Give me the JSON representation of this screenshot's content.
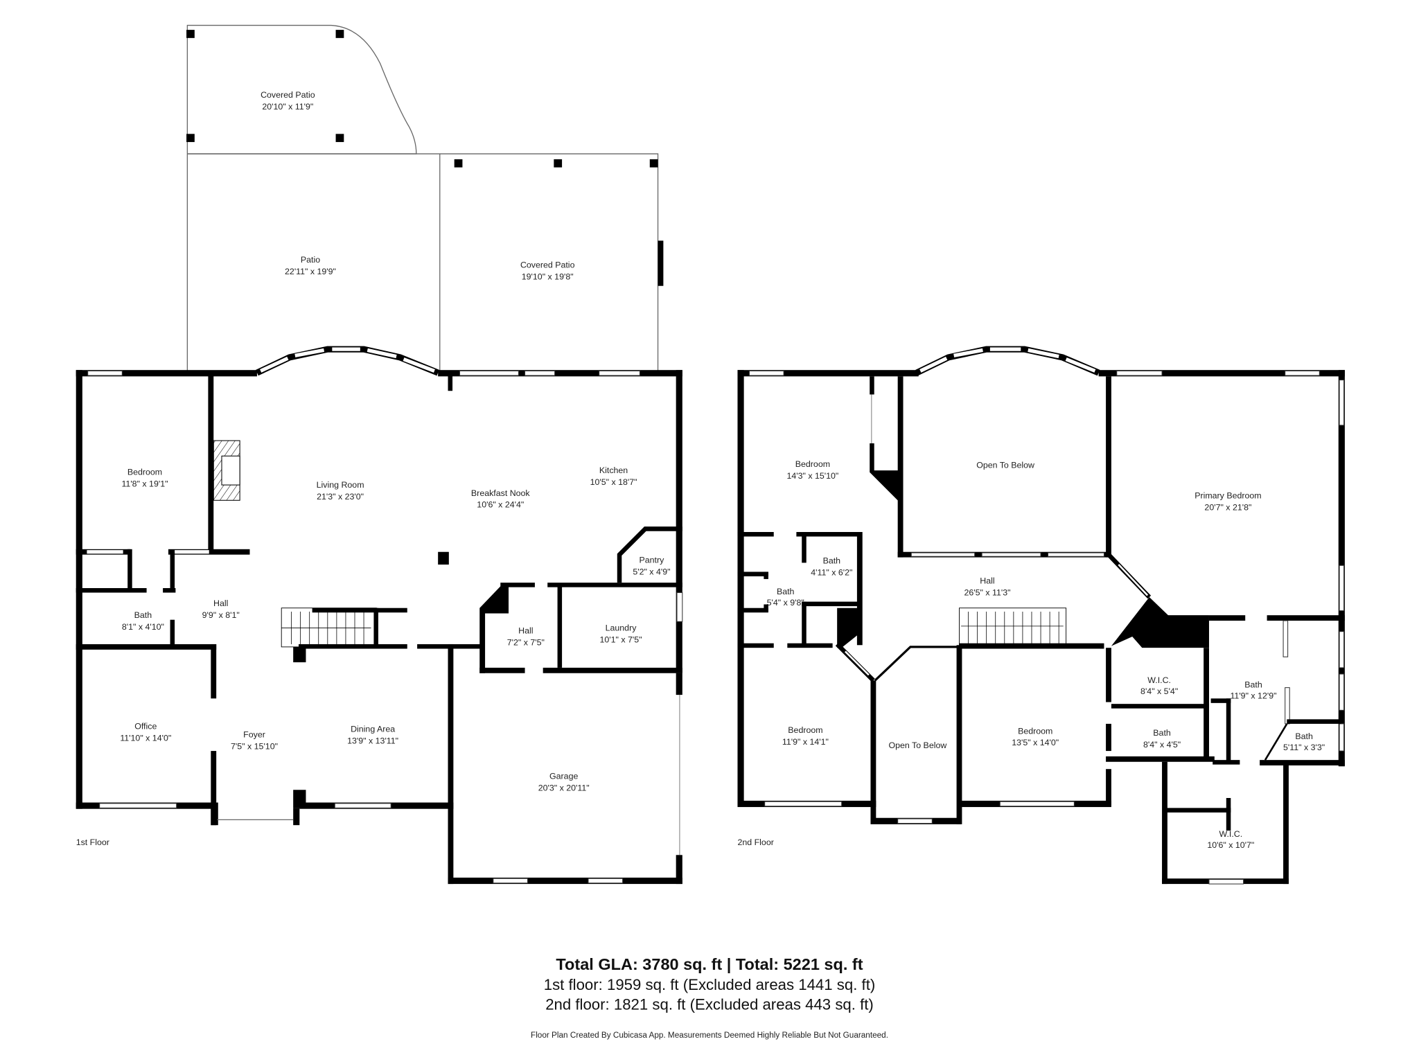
{
  "floor_1": {
    "label": "1st Floor",
    "rooms": [
      {
        "name": "Covered Patio",
        "dims": "20'10\" x 11'9\""
      },
      {
        "name": "Patio",
        "dims": "22'11\" x 19'9\""
      },
      {
        "name": "Covered Patio",
        "dims": "19'10\" x 19'8\""
      },
      {
        "name": "Bedroom",
        "dims": "11'8\" x 19'1\""
      },
      {
        "name": "Living Room",
        "dims": "21'3\" x 23'0\""
      },
      {
        "name": "Breakfast Nook",
        "dims": "10'6\" x 24'4\""
      },
      {
        "name": "Kitchen",
        "dims": "10'5\" x 18'7\""
      },
      {
        "name": "Pantry",
        "dims": "5'2\" x 4'9\""
      },
      {
        "name": "Bath",
        "dims": "8'1\" x 4'10\""
      },
      {
        "name": "Hall",
        "dims": "9'9\" x 8'1\""
      },
      {
        "name": "Hall",
        "dims": "7'2\" x 7'5\""
      },
      {
        "name": "Laundry",
        "dims": "10'1\" x 7'5\""
      },
      {
        "name": "Office",
        "dims": "11'10\" x 14'0\""
      },
      {
        "name": "Foyer",
        "dims": "7'5\" x 15'10\""
      },
      {
        "name": "Dining Area",
        "dims": "13'9\" x 13'11\""
      },
      {
        "name": "Garage",
        "dims": "20'3\" x 20'11\""
      }
    ]
  },
  "floor_2": {
    "label": "2nd Floor",
    "rooms": [
      {
        "name": "Bedroom",
        "dims": "14'3\" x 15'10\""
      },
      {
        "name": "Open To Below",
        "dims": ""
      },
      {
        "name": "Primary Bedroom",
        "dims": "20'7\" x 21'8\""
      },
      {
        "name": "Bath",
        "dims": "4'11\" x 6'2\""
      },
      {
        "name": "Bath",
        "dims": "5'4\" x 9'8\""
      },
      {
        "name": "Hall",
        "dims": "26'5\" x 11'3\""
      },
      {
        "name": "W.I.C.",
        "dims": "8'4\" x 5'4\""
      },
      {
        "name": "Bath",
        "dims": "11'9\" x 12'9\""
      },
      {
        "name": "Bath",
        "dims": "8'4\" x 4'5\""
      },
      {
        "name": "Bath",
        "dims": "5'11\" x 3'3\""
      },
      {
        "name": "Bedroom",
        "dims": "11'9\" x 14'1\""
      },
      {
        "name": "Open To Below",
        "dims": ""
      },
      {
        "name": "Bedroom",
        "dims": "13'5\" x 14'0\""
      },
      {
        "name": "W.I.C.",
        "dims": "10'6\" x 10'7\""
      }
    ]
  },
  "summary": {
    "total_line": "Total GLA: 3780 sq. ft | Total: 5221 sq. ft",
    "floor_1_line": "1st floor: 1959 sq. ft (Excluded areas 1441 sq. ft)",
    "floor_2_line": "2nd floor: 1821 sq. ft (Excluded areas 443 sq. ft)",
    "disclaimer": "Floor Plan Created By Cubicasa App. Measurements Deemed Highly Reliable But Not Guaranteed."
  }
}
